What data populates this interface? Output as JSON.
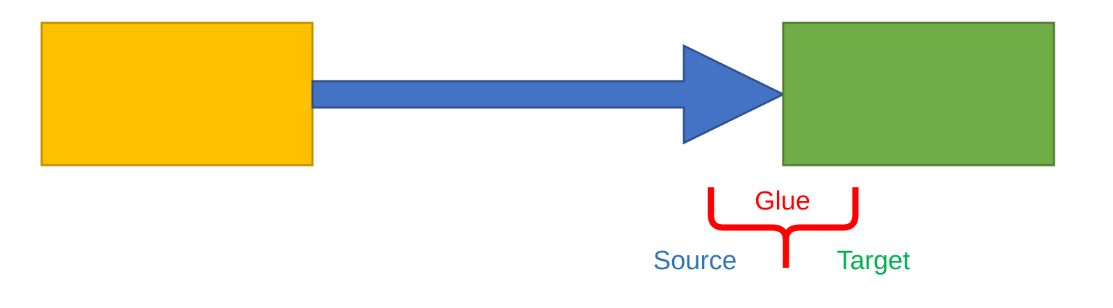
{
  "labels": {
    "glue": "Glue",
    "source": "Source",
    "target": "Target"
  },
  "colors": {
    "source_box_fill": "#FFC000",
    "source_box_stroke": "#BF9000",
    "arrow_fill": "#4472C4",
    "arrow_stroke": "#2F528F",
    "target_box_fill": "#70AD47",
    "target_box_stroke": "#507E32",
    "glue_brace": "#FF0000",
    "glue_text": "#FF0000",
    "source_text": "#2E75B6",
    "target_text": "#00B050"
  }
}
